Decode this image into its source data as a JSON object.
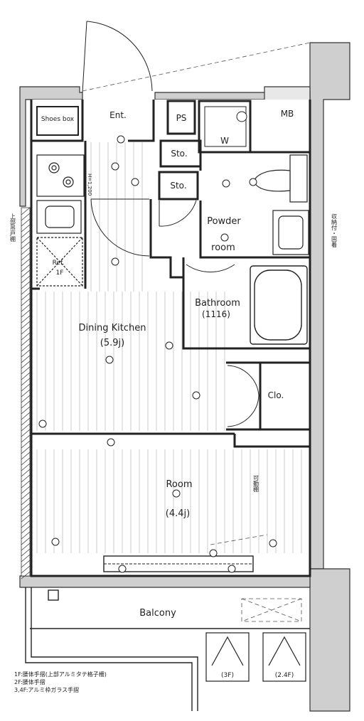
{
  "rooms": {
    "shoes_box": "Shoes box",
    "entrance": "Ent.",
    "ps": "PS",
    "mb": "MB",
    "storage_1": "Sto.",
    "storage_2": "Sto.",
    "washer": "W",
    "powder_room_line1": "Powder",
    "powder_room_line2": "room",
    "bathroom": "Bathroom",
    "bathroom_size": "(1116)",
    "dining_kitchen": "Dining Kitchen",
    "dining_kitchen_size": "(5.9j)",
    "closet": "Clo.",
    "room": "Room",
    "room_size": "(4.4j)",
    "balcony": "Balcony"
  },
  "markers": {
    "refrigerator": "Ref.",
    "fridge_note": "1F",
    "floor_3f": "(3F)",
    "floor_24f": "(2.4F)",
    "wall_note_left": "上部吊戸棚",
    "wall_note_right": "収納付・固着",
    "shelf_note": "可動棚",
    "height_note": "H=1,200"
  },
  "notes": [
    "1F:腰体手摺(上部アルミタテ格子柵)",
    "2F:腰体手摺",
    "3,4F:アルミ枠ガラス手摺"
  ]
}
